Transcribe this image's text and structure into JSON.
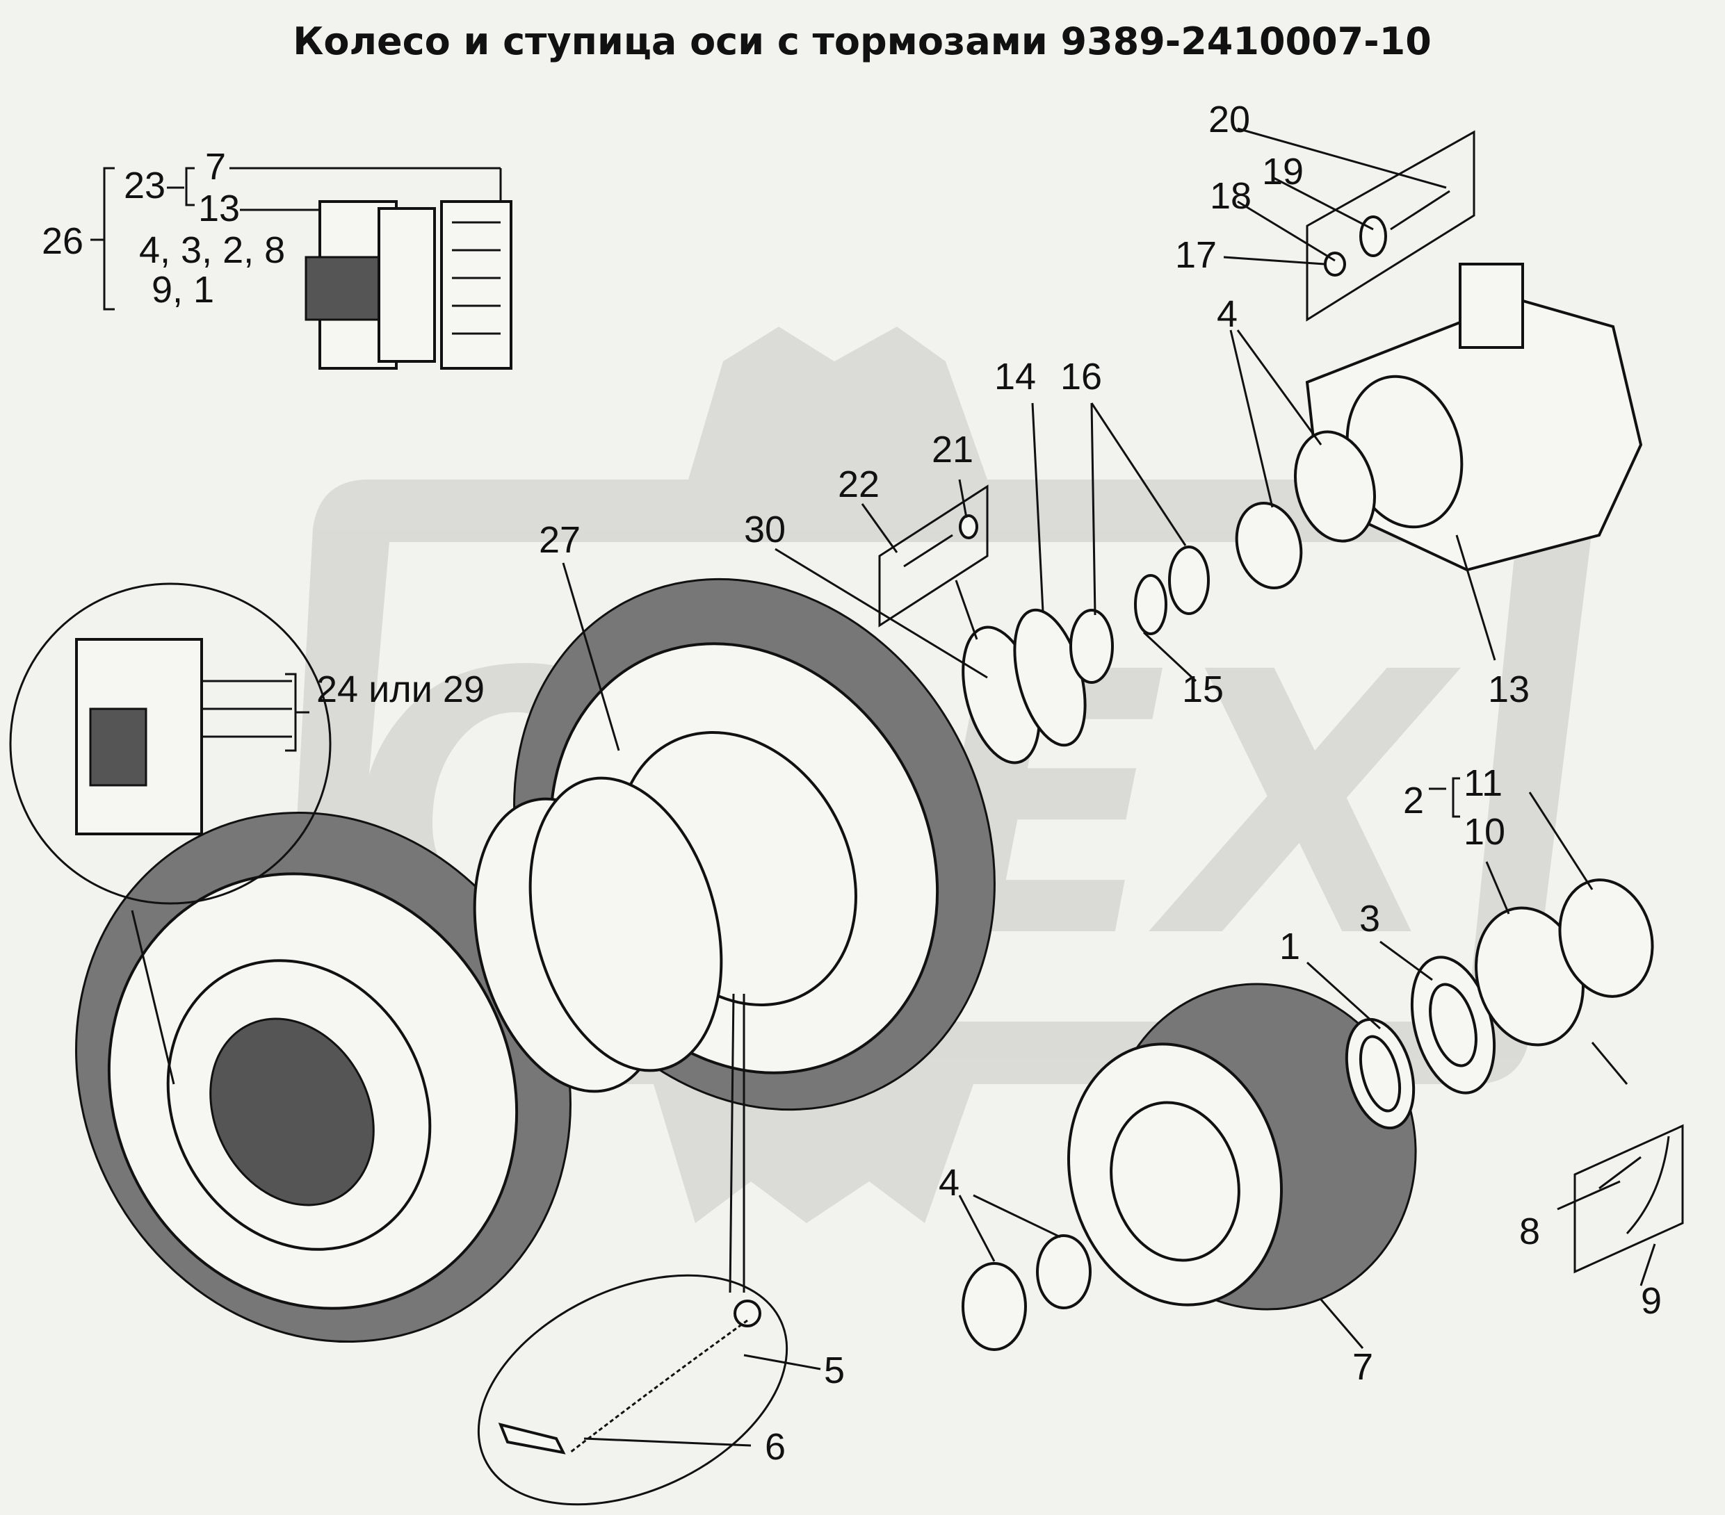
{
  "title": "Колесо и ступица оси с тормозами 9389-2410007-10",
  "watermark": "OPEX",
  "colors": {
    "background": "#f2f2ef",
    "ink": "#111111",
    "watermark": "#d8d8d5"
  },
  "callouts": {
    "c1": "1",
    "c2": "2",
    "c3": "3",
    "c4a": "4",
    "c4b": "4",
    "c5": "5",
    "c6": "6",
    "c7a": "7",
    "c8": "8",
    "c9": "9",
    "c10": "10",
    "c11": "11",
    "c13a": "13",
    "c14": "14",
    "c15": "15",
    "c16": "16",
    "c17": "17",
    "c18": "18",
    "c19": "19",
    "c20": "20",
    "c21": "21",
    "c22": "22",
    "c27": "27",
    "c30": "30",
    "c24or29": "24 или 29"
  },
  "kit_legend": {
    "c26": "26",
    "c23": "23",
    "c7": "7",
    "c13": "13",
    "line1": "4, 3, 2, 8",
    "line2": "9, 1"
  }
}
